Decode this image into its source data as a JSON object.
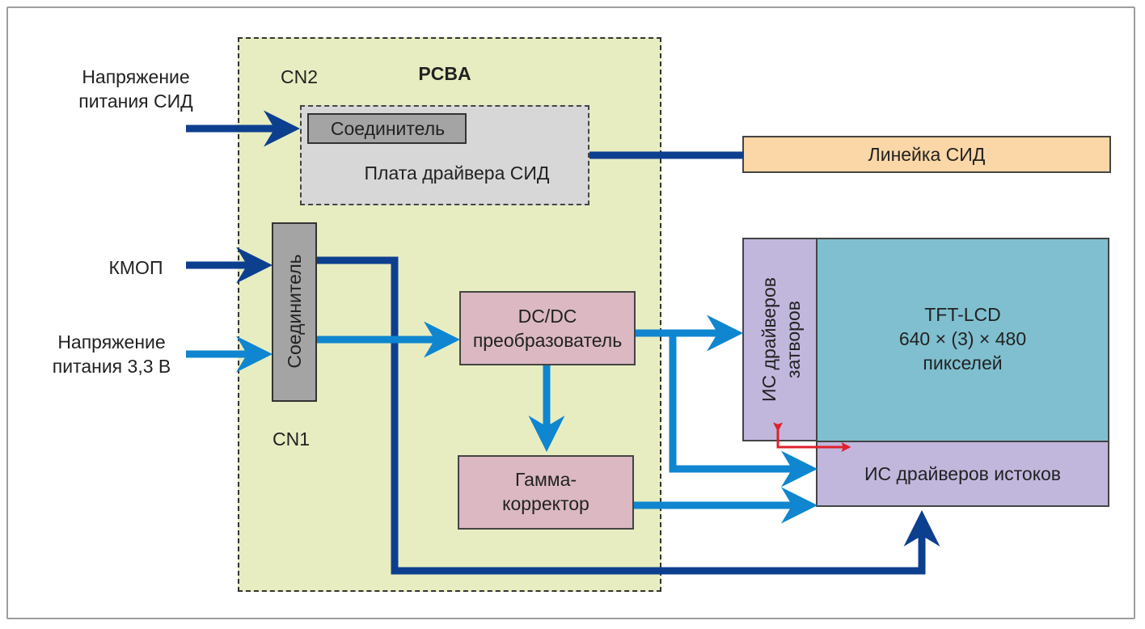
{
  "inputs": {
    "led_power": "Напряжение\nпитания СИД",
    "cmos": "КМОП",
    "power_33v": "Напряжение\nпитания 3,3 В"
  },
  "pcba": {
    "title": "PCBA",
    "cn2_label": "CN2",
    "cn1_label": "CN1",
    "cn2_connector": "Соединитель",
    "led_driver_board": "Плата драйвера СИД",
    "cn1_connector": "Соединитель",
    "dcdc": "DC/DC\nпреобразователь",
    "gamma": "Гамма-\nкорректор"
  },
  "display": {
    "led_strip": "Линейка СИД",
    "gate_driver": "ИС драйверов\nзатворов",
    "tft_panel": "TFT-LCD\n640 × (3) × 480\nпикселей",
    "source_driver": "ИС драйверов истоков"
  },
  "colors": {
    "dark_blue_bus": "#0d3f8f",
    "light_blue_bus": "#0f86cf",
    "red_link": "#e0202e",
    "pcba_fill": "#e7edc1",
    "lcd_fill": "#7fbfcf",
    "driver_fill": "#c1b7dd",
    "strip_fill": "#fbd6a6",
    "block_fill": "#dbb8c2"
  }
}
